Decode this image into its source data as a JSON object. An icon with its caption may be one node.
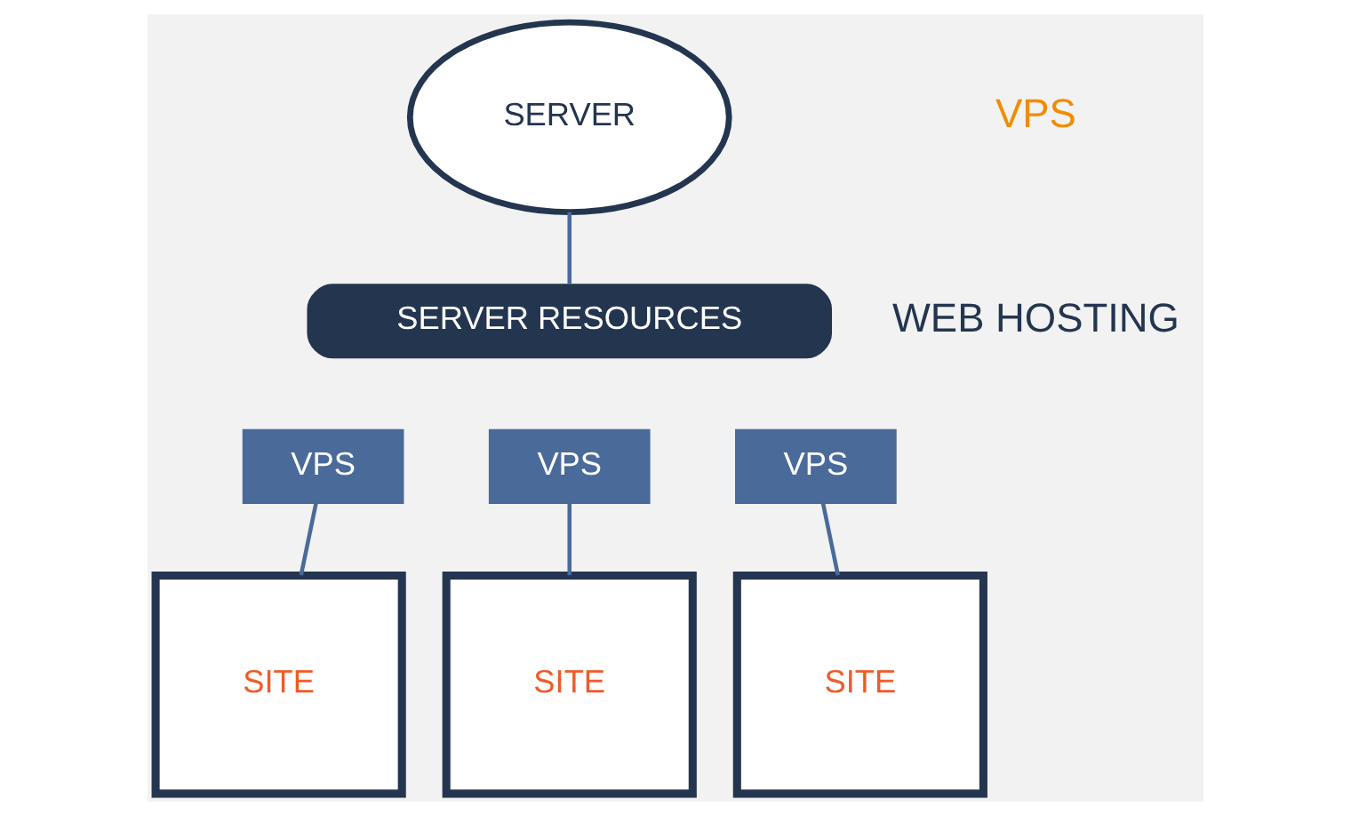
{
  "diagram": {
    "nodes": [
      {
        "text": [
          "SERVER"
        ]
      },
      {
        "text": [
          "SERVER RESOURCES"
        ]
      },
      {
        "text": [
          "VPS"
        ]
      },
      {
        "text": [
          "VPS"
        ]
      },
      {
        "text": [
          "VPS"
        ]
      },
      {
        "text": [
          "SITE"
        ]
      },
      {
        "text": [
          "SITE"
        ]
      },
      {
        "text": [
          "SITE"
        ]
      }
    ],
    "edges": [
      {
        "from": 0,
        "to": 1,
        "arrow": "none"
      },
      {
        "from": 2,
        "to": 5,
        "arrow": "none"
      },
      {
        "from": 3,
        "to": 6,
        "arrow": "none"
      },
      {
        "from": 4,
        "to": 7,
        "arrow": "none"
      }
    ],
    "labels": [
      "VPS",
      "WEB HOSTING"
    ]
  }
}
